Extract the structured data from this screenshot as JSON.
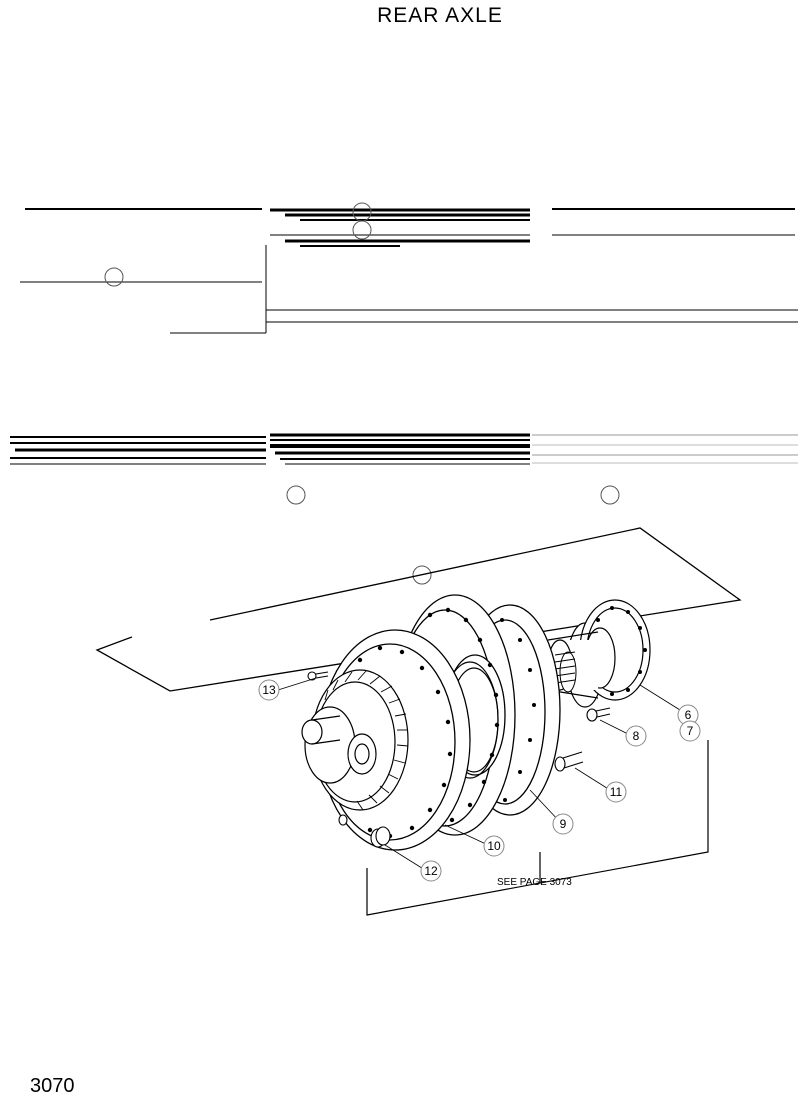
{
  "page": {
    "title": "REAR  AXLE",
    "page_number": "3070"
  },
  "callouts": {
    "c6": "6",
    "c7": "7",
    "c8": "8",
    "c9": "9",
    "c10": "10",
    "c11": "11",
    "c12": "12",
    "c13": "13"
  },
  "notes": {
    "see_page": "SEE PAGE 3073"
  }
}
